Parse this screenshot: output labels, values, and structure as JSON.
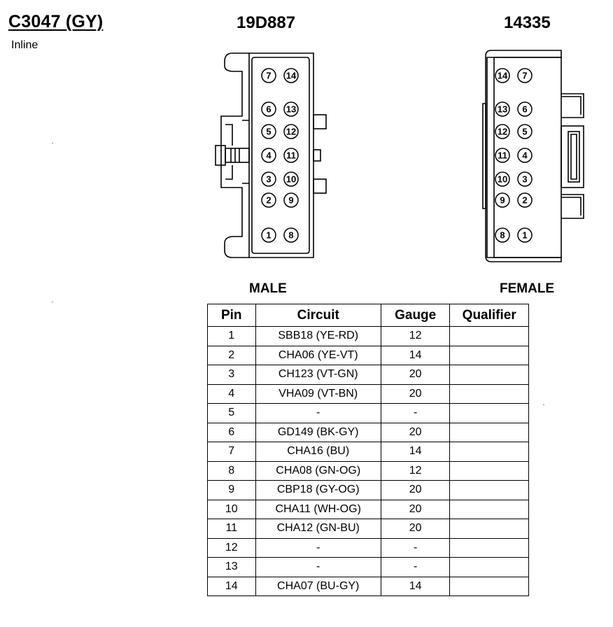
{
  "header": {
    "connector_id": "C3047 (GY)",
    "connector_type": "Inline",
    "male_part_number": "19D887",
    "female_part_number": "14335"
  },
  "views": {
    "male_label": "MALE",
    "female_label": "FEMALE",
    "male_pin_rows": [
      [
        "7",
        "14"
      ],
      [
        "6",
        "13"
      ],
      [
        "5",
        "12"
      ],
      [
        "4",
        "11"
      ],
      [
        "3",
        "10"
      ],
      [
        "2",
        "9"
      ],
      [
        "1",
        "8"
      ]
    ],
    "female_pin_rows": [
      [
        "14",
        "7"
      ],
      [
        "13",
        "6"
      ],
      [
        "12",
        "5"
      ],
      [
        "11",
        "4"
      ],
      [
        "10",
        "3"
      ],
      [
        "9",
        "2"
      ],
      [
        "8",
        "1"
      ]
    ]
  },
  "table": {
    "headers": [
      "Pin",
      "Circuit",
      "Gauge",
      "Qualifier"
    ],
    "rows": [
      {
        "pin": "1",
        "circuit": "SBB18 (YE-RD)",
        "gauge": "12",
        "qualifier": ""
      },
      {
        "pin": "2",
        "circuit": "CHA06 (YE-VT)",
        "gauge": "14",
        "qualifier": ""
      },
      {
        "pin": "3",
        "circuit": "CH123 (VT-GN)",
        "gauge": "20",
        "qualifier": ""
      },
      {
        "pin": "4",
        "circuit": "VHA09 (VT-BN)",
        "gauge": "20",
        "qualifier": ""
      },
      {
        "pin": "5",
        "circuit": "-",
        "gauge": "-",
        "qualifier": ""
      },
      {
        "pin": "6",
        "circuit": "GD149 (BK-GY)",
        "gauge": "20",
        "qualifier": ""
      },
      {
        "pin": "7",
        "circuit": "CHA16 (BU)",
        "gauge": "14",
        "qualifier": ""
      },
      {
        "pin": "8",
        "circuit": "CHA08 (GN-OG)",
        "gauge": "12",
        "qualifier": ""
      },
      {
        "pin": "9",
        "circuit": "CBP18 (GY-OG)",
        "gauge": "20",
        "qualifier": ""
      },
      {
        "pin": "10",
        "circuit": "CHA11 (WH-OG)",
        "gauge": "20",
        "qualifier": ""
      },
      {
        "pin": "11",
        "circuit": "CHA12 (GN-BU)",
        "gauge": "20",
        "qualifier": ""
      },
      {
        "pin": "12",
        "circuit": "-",
        "gauge": "-",
        "qualifier": ""
      },
      {
        "pin": "13",
        "circuit": "-",
        "gauge": "-",
        "qualifier": ""
      },
      {
        "pin": "14",
        "circuit": "CHA07 (BU-GY)",
        "gauge": "14",
        "qualifier": ""
      }
    ]
  }
}
